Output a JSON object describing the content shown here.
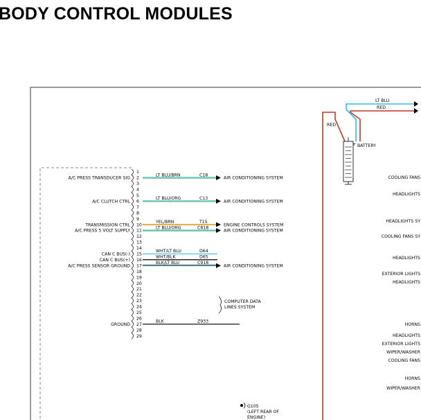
{
  "page": {
    "title": "BODY CONTROL MODULES"
  },
  "colors": {
    "lt_blu": "#2fbfe0",
    "red": "#c0392b",
    "grn": "#2e9a3c",
    "yel": "#d9b51c",
    "org": "#e58a1a",
    "blk": "#000000"
  },
  "connector": {
    "pins": [
      "1",
      "2",
      "3",
      "4",
      "5",
      "6",
      "7",
      "8",
      "9",
      "10",
      "11",
      "12",
      "13",
      "14",
      "15",
      "16",
      "17",
      "18",
      "19",
      "20",
      "21",
      "22",
      "23",
      "24",
      "25",
      "26",
      "27",
      "28",
      "29"
    ]
  },
  "circuits": [
    {
      "pin": "2",
      "label": "A/C PRESS TRANSDUCER SIG",
      "wire": "LT BLU/BRN",
      "code": "C18",
      "dest": "AIR CONDITIONING SYSTEM"
    },
    {
      "pin": "6",
      "label": "A/C CLUTCH CTRL",
      "wire": "LT BLU/ORG",
      "code": "C13",
      "dest": "AIR CONDITIONING SYSTEM"
    },
    {
      "pin": "10",
      "label": "TRANSMISSION CTRL",
      "wire": "YEL/BRN",
      "code": "T15",
      "dest": "ENGINE CONTROLS SYSTEM"
    },
    {
      "pin": "11",
      "label": "A/C PRESS 5 VOLT SUPPLY",
      "wire": "LT BLU/ORG",
      "code": "C818",
      "dest": "AIR CONDITIONING SYSTEM"
    },
    {
      "pin": "15",
      "label": "CAN C BUS(-)",
      "wire": "WHT/LT BLU",
      "code": "D64",
      "dest": ""
    },
    {
      "pin": "16",
      "label": "CAN C BUS(+)",
      "wire": "WHT/BLK",
      "code": "D65",
      "dest": ""
    },
    {
      "pin": "17",
      "label": "A/C PRESS SENSOR GROUND",
      "wire": "BLK/LT BLU",
      "code": "C918",
      "dest": "AIR CONDITIONING SYSTEM"
    },
    {
      "pin": "27",
      "label": "GROUND",
      "wire": "BLK",
      "code": "Z933",
      "dest": ""
    }
  ],
  "bus_dest": [
    "COMPUTER DATA",
    "LINES SYSTEM"
  ],
  "ground": [
    "G105",
    "(LEFT REAR OF",
    "ENGINE)"
  ],
  "battery": {
    "label": "BATTERY",
    "wire_top_1": "LT BLU",
    "wire_top_2": "RED",
    "wire_left": "RED"
  },
  "right_labels": [
    "COOLING FANS",
    "HEADLIGHTS",
    "HEADLIGHTS SY",
    "COOLING FANS SY",
    "HEADLIGHTS",
    "EXTERIOR LIGHTS",
    "HEADLIGHTS",
    "HORNS",
    "HEADLIGHTS",
    "EXTERIOR LIGHTS",
    "WIPER/WASHER",
    "COOLING FANS",
    "HORNS",
    "WIPER/WASHER"
  ]
}
